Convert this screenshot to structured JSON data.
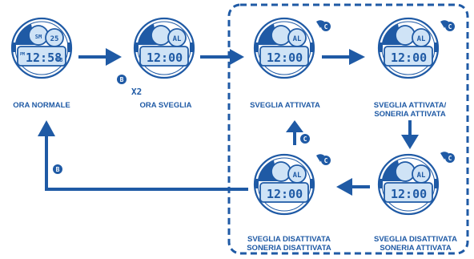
{
  "colors": {
    "blue": "#1f5aa5",
    "light_blue": "#cfe3f6",
    "white": "#ffffff"
  },
  "watches": [
    {
      "id": "ora-normale",
      "time": "12:58",
      "seconds": "48",
      "pm": "PM",
      "small_top": "SM",
      "small_right": "25",
      "label_lines": [
        "ORA NORMALE"
      ]
    },
    {
      "id": "ora-sveglia",
      "time": "12:00",
      "seconds": "",
      "pm": "",
      "small_top": "",
      "small_right": "AL",
      "label_lines": [
        "ORA SVEGLIA"
      ]
    },
    {
      "id": "sveglia-attivata",
      "time": "12:00",
      "seconds": "",
      "pm": "",
      "small_top": "",
      "small_right": "AL",
      "label_lines": [
        "SVEGLIA ATTIVATA"
      ]
    },
    {
      "id": "sveglia-soneria-attivata",
      "time": "12:00",
      "seconds": "",
      "pm": "",
      "small_top": "",
      "small_right": "AL",
      "label_lines": [
        "SVEGLIA ATTIVATA/",
        "SONERIA ATTIVATA"
      ]
    },
    {
      "id": "sveglia-disattivata-soneria-attivata",
      "time": "12:00",
      "seconds": "",
      "pm": "",
      "small_top": "",
      "small_right": "AL",
      "label_lines": [
        "SVEGLIA DISATTIVATA",
        "SONERIA ATTIVATA"
      ]
    },
    {
      "id": "sveglia-soneria-disattivata",
      "time": "12:00",
      "seconds": "",
      "pm": "",
      "small_top": "",
      "small_right": "AL",
      "label_lines": [
        "SVEGLIA DISATTIVATA",
        "SONERIA DISATTIVATA"
      ]
    }
  ],
  "buttons": {
    "b": "B",
    "c": "C",
    "x2": "X2"
  }
}
